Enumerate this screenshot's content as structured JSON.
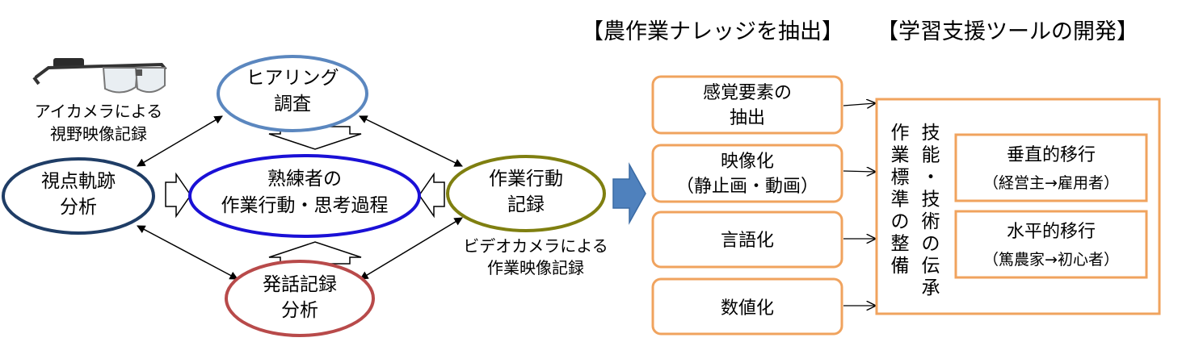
{
  "headers": {
    "left": "【農作業ナレッジを抽出】",
    "right": "【学習支援ツールの開発】"
  },
  "eye_camera": {
    "line1": "アイカメラによる",
    "line2": "視野映像記録"
  },
  "nodes": {
    "hearing": {
      "line1": "ヒアリング",
      "line2": "調査"
    },
    "gaze": {
      "line1": "視点軌跡",
      "line2": "分析"
    },
    "center": {
      "line1": "熟練者の",
      "line2": "作業行動・思考過程"
    },
    "work_record": {
      "line1": "作業行動",
      "line2": "記録"
    },
    "utterance": {
      "line1": "発話記録",
      "line2": "分析"
    }
  },
  "video_camera": {
    "line1": "ビデオカメラによる",
    "line2": "作業映像記録"
  },
  "methods": [
    {
      "line1": "感覚要素の",
      "line2": "抽出"
    },
    {
      "line1": "映像化",
      "line2": "（静止画・動画）"
    },
    {
      "line1": "言語化",
      "line2": ""
    },
    {
      "line1": "数値化",
      "line2": ""
    }
  ],
  "result": {
    "vertical_col1": "技能・技術の伝承",
    "vertical_col2": "作業標準の整備",
    "transfers": [
      {
        "title": "垂直的移行",
        "sub": "（経営主→雇用者）"
      },
      {
        "title": "水平的移行",
        "sub": "（篤農家→初心者）"
      }
    ]
  },
  "colors": {
    "hearing": "#5b87bf",
    "gaze": "#1f3d66",
    "center": "#1a10d6",
    "work_record": "#7f7f10",
    "utterance": "#b84a4a",
    "orange": "#f0a35e",
    "big_arrow": "#4f81bd"
  },
  "icons": [
    "eye-tracking-glasses-icon",
    "double-arrow-icon",
    "block-arrow-icon"
  ]
}
